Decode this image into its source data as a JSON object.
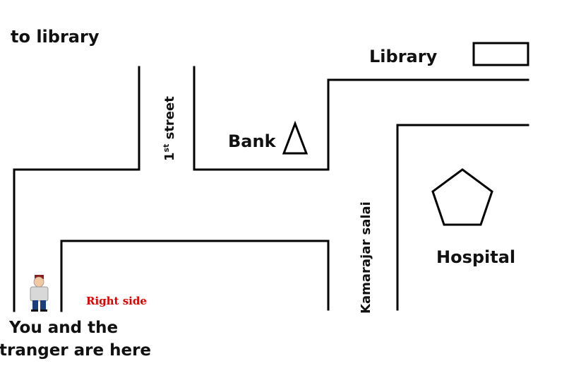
{
  "labels": {
    "to_library": "to library",
    "library": "Library",
    "street_base": "1",
    "street_sup": "st",
    "street_rest": " street",
    "bank": "Bank",
    "road_name": "Kamarajar salai",
    "hospital": "Hospital",
    "right_side": "Right side",
    "you_line1": "You and the",
    "you_line2": "tranger are here"
  },
  "colors": {
    "road": "#000000",
    "right_side": "#e00000",
    "text": "#111111"
  },
  "icons": {
    "library": "rectangle",
    "bank": "triangle",
    "hospital": "pentagon",
    "person": "person-figure"
  }
}
